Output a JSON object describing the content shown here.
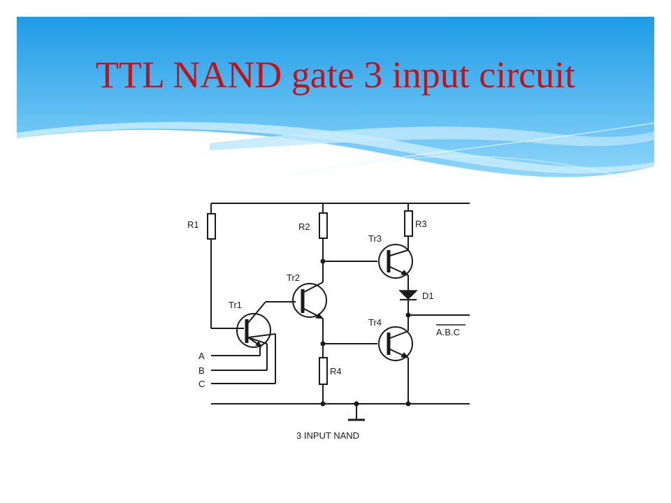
{
  "slide": {
    "title": "TTL NAND gate 3 input circuit"
  },
  "circuit": {
    "caption": "3 INPUT NAND",
    "resistors": [
      "R1",
      "R2",
      "R3",
      "R4"
    ],
    "transistors": [
      "Tr1",
      "Tr2",
      "Tr3",
      "Tr4"
    ],
    "diode": "D1",
    "inputs": [
      "A",
      "B",
      "C"
    ],
    "output": "A.B.C",
    "output_overbar": true
  },
  "colors": {
    "title": "#c0141c",
    "banner_top": "#29a6ea",
    "banner_bottom": "#8fd3f8",
    "wire": "#1a1a1a"
  }
}
